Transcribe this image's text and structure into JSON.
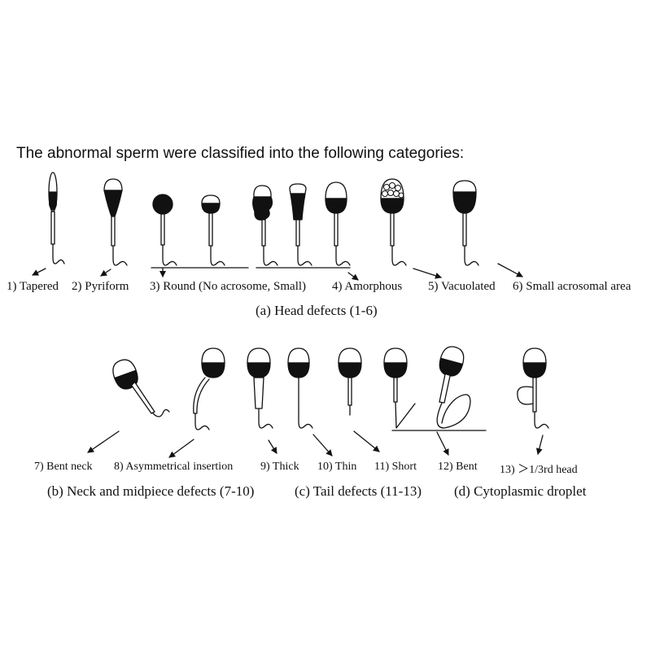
{
  "intro": "The abnormal sperm were classified into the following categories:",
  "head_labels": {
    "tapered": "1) Tapered",
    "pyriform": "2) Pyriform",
    "round": "3) Round (No acrosome, Small)",
    "amorphous": "4) Amorphous",
    "vacuolated": "5) Vacuolated",
    "small_acrosomal": "6) Small acrosomal area"
  },
  "head_caption": "(a) Head defects (1-6)",
  "lower_labels": {
    "bent_neck": "7) Bent neck",
    "asymmetrical": "8) Asymmetrical insertion",
    "thick": "9) Thick",
    "thin": "10) Thin",
    "short": "11) Short",
    "bent": "12) Bent",
    "droplet": "13) ＞1/3rd head"
  },
  "captions": {
    "neck": "(b) Neck and midpiece defects (7-10)",
    "tail": "(c) Tail defects (11-13)",
    "droplet": "(d) Cytoplasmic droplet"
  },
  "colors": {
    "ink": "#111111",
    "paper": "#ffffff"
  }
}
